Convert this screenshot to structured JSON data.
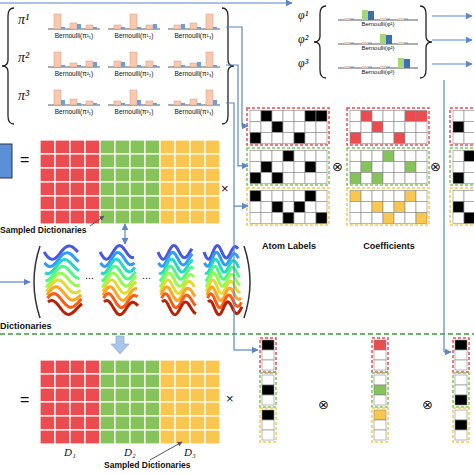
{
  "diagram": {
    "nodes": [
      {
        "text": [
          "π¹",
          "Bernoulli(π¹₁)",
          "Bernoulli(π¹₂)",
          "Bernoulli(π¹₃)"
        ]
      },
      {
        "text": [
          "π²",
          "Bernoulli(π²₁)",
          "Bernoulli(π²₂)",
          "Bernoulli(π²₃)"
        ]
      },
      {
        "text": [
          "π³",
          "Bernoulli(π³₁)",
          "Bernoulli(π³₂)",
          "Bernoulli(π³₃)"
        ]
      },
      {
        "text": [
          "φ¹",
          "Bernoulli(φ¹)"
        ]
      },
      {
        "text": [
          "φ²",
          "Bernoulli(φ²)"
        ]
      },
      {
        "text": [
          "φ³",
          "Bernoulli(φ³)"
        ]
      },
      {
        "text": [
          "Sampled Dictionaries"
        ]
      },
      {
        "text": [
          "Atom Labels"
        ]
      },
      {
        "text": [
          "Coefficients"
        ]
      },
      {
        "text": [
          "Dictionaries"
        ]
      },
      {
        "text": [
          "D₁",
          "D₂",
          "D₃",
          "Sampled Dictionaries"
        ]
      }
    ],
    "edges": [
      {
        "from": 0,
        "to": 7,
        "arrow": "to"
      },
      {
        "from": 1,
        "to": 7,
        "arrow": "to"
      },
      {
        "from": 2,
        "to": 7,
        "arrow": "to"
      },
      {
        "from": 9,
        "to": 6,
        "arrow": "both"
      }
    ],
    "labels": [
      "=",
      "×",
      "⊗",
      "⊗",
      "...",
      "...",
      "=",
      "×",
      "⊗",
      "⊗"
    ]
  }
}
